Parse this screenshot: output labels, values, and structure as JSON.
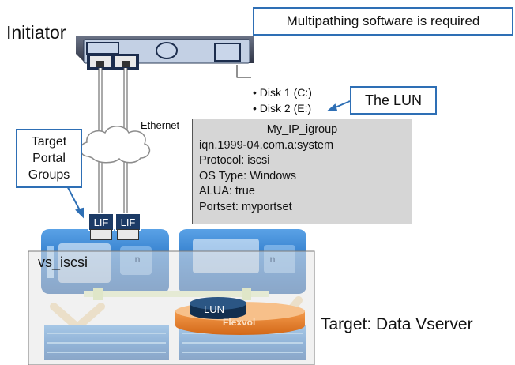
{
  "initiator": {
    "title": "Initiator"
  },
  "callouts": {
    "multipathing": "Multipathing software is required",
    "the_lun": "The LUN",
    "target_portal_groups": [
      "Target",
      "Portal",
      "Groups"
    ]
  },
  "disks": [
    "Disk 1 (C:)",
    "Disk 2 (E:)"
  ],
  "network": {
    "label": "Ethernet"
  },
  "igroup": {
    "name": "My_IP_igroup",
    "lines": [
      "iqn.1999-04.com.a:system",
      "Protocol: iscsi",
      "OS Type: Windows",
      "ALUA: true",
      "Portset: myportset"
    ]
  },
  "lifs": [
    "LIF",
    "LIF"
  ],
  "storage": {
    "svm_label": "vs_iscsi",
    "lun_label": "LUN",
    "volume_label": "Flexvol",
    "target_label": "Target: Data Vserver"
  },
  "colors": {
    "callout_border": "#2e6fb5",
    "node_blue": "#2d78c8",
    "flexvol_orange": "#e07a2c",
    "lun_navy": "#1f3d5e",
    "igroup_gray": "#d6d6d6"
  }
}
